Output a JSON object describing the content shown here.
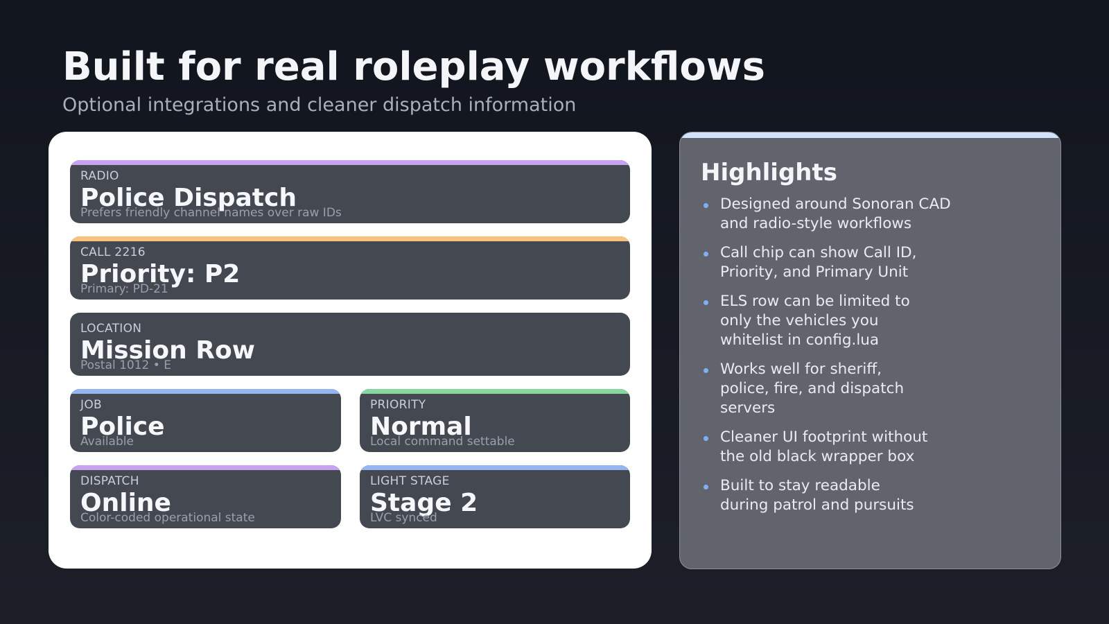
{
  "header": {
    "title": "Built for real roleplay workflows",
    "subtitle": "Optional integrations and cleaner dispatch information"
  },
  "chips": {
    "radio": {
      "label": "RADIO",
      "value": "Police Dispatch",
      "detail": "Prefers friendly channel names over raw IDs",
      "accent": "#c7a2f0"
    },
    "call": {
      "label": "CALL 2216",
      "value": "Priority: P2",
      "detail": "Primary: PD-21",
      "accent": "#f7c27b"
    },
    "location": {
      "label": "LOCATION",
      "value": "Mission Row",
      "detail": "Postal 1012 • E"
    },
    "job": {
      "label": "JOB",
      "value": "Police",
      "detail": "Available",
      "accent": "#94b5ef"
    },
    "priority": {
      "label": "PRIORITY",
      "value": "Normal",
      "detail": "Local command settable",
      "accent": "#88d6a0"
    },
    "dispatch": {
      "label": "DISPATCH",
      "value": "Online",
      "detail": "Color-coded operational state",
      "accent": "#c7a2f0"
    },
    "light_stage": {
      "label": "LIGHT STAGE",
      "value": "Stage 2",
      "detail": "LVC synced",
      "accent": "#94b5ef"
    }
  },
  "highlights": {
    "title": "Highlights",
    "bullet_color": "#7fb0f2",
    "items": [
      "Designed around Sonoran CAD\nand radio-style workflows",
      "Call chip can show Call ID,\nPriority, and Primary Unit",
      "ELS row can be limited to\nonly the vehicles you\nwhitelist in config.lua",
      "Works well for sheriff,\npolice, fire, and dispatch\nservers",
      "Cleaner UI footprint without\nthe old black wrapper box",
      "Built to stay readable\nduring patrol and pursuits"
    ]
  }
}
